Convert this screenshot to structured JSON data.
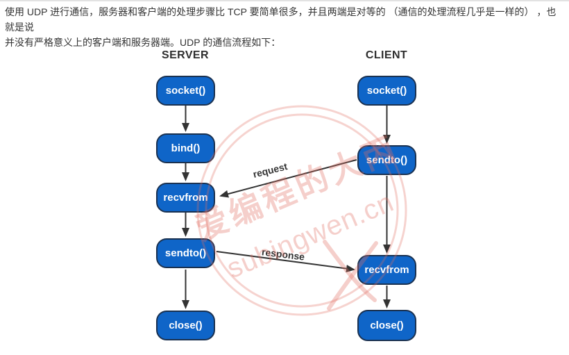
{
  "intro": {
    "line1": "使用 UDP 进行通信，服务器和客户端的处理步骤比 TCP 要简单很多，并且两端是对等的 （通信的处理流程几乎是一样的） ，也就是说",
    "line2": "并没有严格意义上的客户端和服务器端。UDP 的通信流程如下："
  },
  "diagram": {
    "server": {
      "title": "SERVER",
      "steps": [
        "socket()",
        "bind()",
        "recvfrom",
        "sendto()",
        "close()"
      ]
    },
    "client": {
      "title": "CLIENT",
      "steps": [
        "socket()",
        "sendto()",
        "recvfrom",
        "close()"
      ]
    },
    "edge_labels": {
      "request": "request",
      "response": "response"
    },
    "colors": {
      "node_fill": "#0f65c8",
      "node_border": "#1a3150",
      "arrow": "#333333",
      "watermark": "#e26e60"
    }
  },
  "watermark": {
    "text_cn": "爱编程的大丙",
    "text_site": "subingwen.cn"
  }
}
